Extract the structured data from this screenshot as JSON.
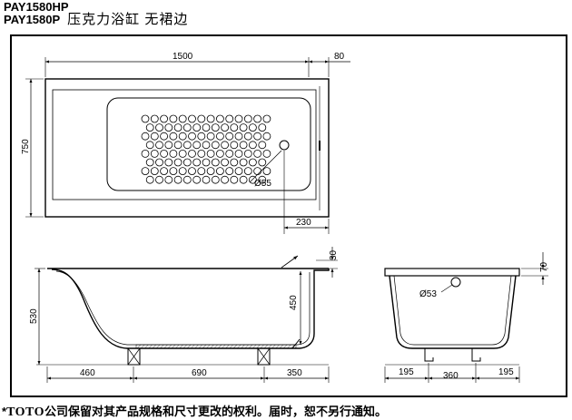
{
  "header": {
    "model_hp": "PAY1580HP",
    "model_p": "PAY1580P",
    "product_cn": "压克力浴缸  无裙边"
  },
  "top_view": {
    "length": "1500",
    "rim": "80",
    "width": "750",
    "drain_dia": "Ø55",
    "drain_offset": "230"
  },
  "side_view": {
    "rim_height": "30",
    "depth": "450",
    "height": "530",
    "left_leg": "460",
    "leg_span": "690",
    "right_leg": "350"
  },
  "end_view": {
    "rim_height": "70",
    "overflow_dia": "Ø53",
    "left": "195",
    "center": "360",
    "right": "195"
  },
  "footer": {
    "asterisk": "*",
    "brand": "TOTO",
    "notice": "公司保留对其产品规格和尺寸更改的权利。届时，恕不另行通知。"
  }
}
